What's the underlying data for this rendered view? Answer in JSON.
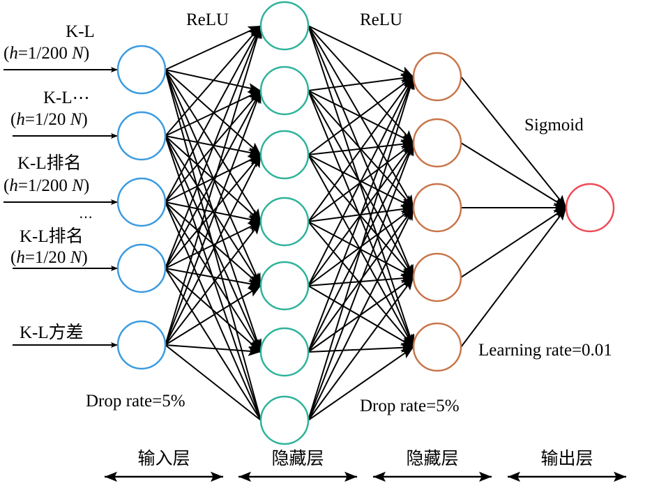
{
  "diagram": {
    "title": "",
    "colors": {
      "input_node": "#3a9be0",
      "hidden1_node": "#2eb39b",
      "hidden2_node": "#c8754a",
      "output_node": "#ef4a55",
      "edge": "#000000"
    },
    "inputs": [
      {
        "line1": "K-L",
        "pre": "(",
        "h": "h",
        "eq": "=1/200 ",
        "n": "N",
        "post": ")"
      },
      {
        "line1": "K-L⋯",
        "pre": "(",
        "h": "h",
        "eq": "=1/20 ",
        "n": "N",
        "post": ")"
      },
      {
        "line1": "K-L排名",
        "pre": "(",
        "h": "h",
        "eq": "=1/200 ",
        "n": "N",
        "post": ")"
      },
      {
        "line1": "K-L排名",
        "pre": "(",
        "h": "h",
        "eq": "=1/20 ",
        "n": "N",
        "post": ")",
        "dots": "⋯"
      },
      {
        "line1": "K-L方差"
      }
    ],
    "activations": {
      "hidden1": "ReLU",
      "hidden2": "ReLU",
      "output": "Sigmoid"
    },
    "annotations": {
      "drop_rate_1": "Drop rate=5%",
      "drop_rate_2": "Drop rate=5%",
      "learning_rate": "Learning rate=0.01"
    },
    "layers": [
      {
        "label": "输入层",
        "nodes": 5
      },
      {
        "label": "隐藏层",
        "nodes": 7
      },
      {
        "label": "隐藏层",
        "nodes": 5
      },
      {
        "label": "输出层",
        "nodes": 1
      }
    ]
  }
}
